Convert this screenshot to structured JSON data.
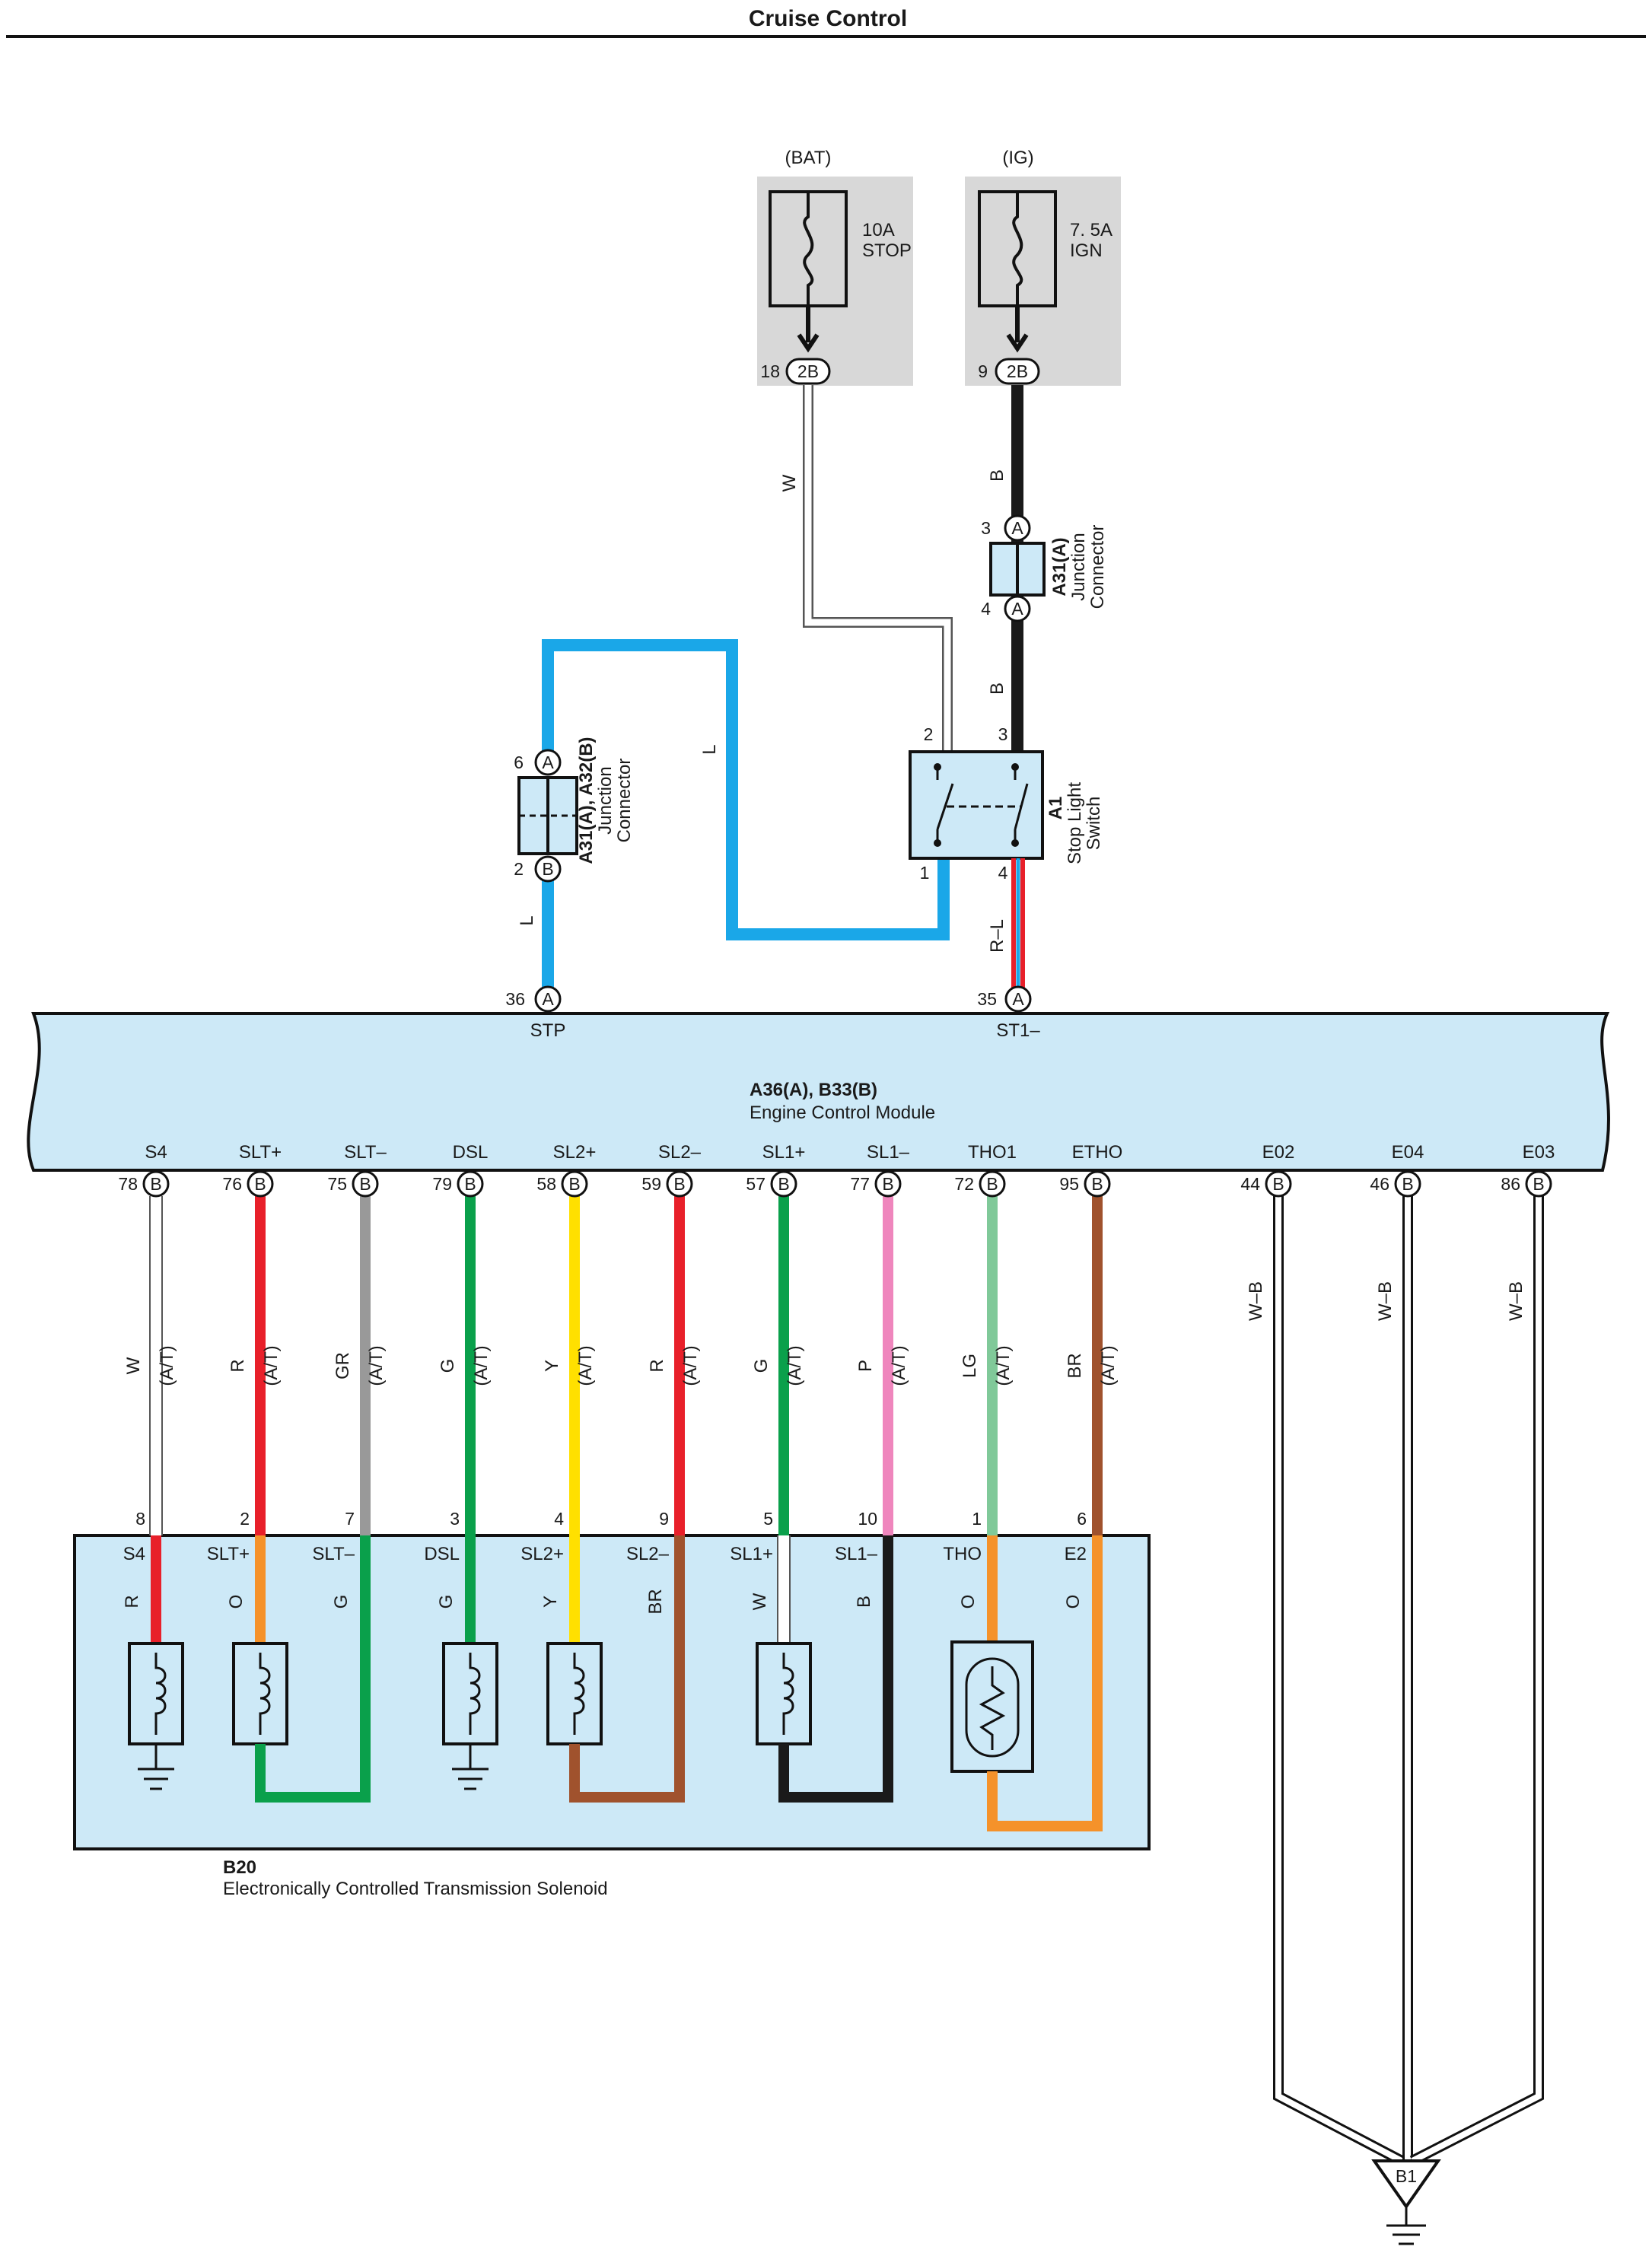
{
  "header": {
    "title": "Cruise Control"
  },
  "colors": {
    "W": "#ffffff",
    "B": "#1a1a1a",
    "L": "#1aa7e8",
    "R": "#e8202a",
    "O": "#f5922a",
    "GR": "#999999",
    "G": "#0aa04b",
    "Y": "#ffe000",
    "P": "#ef86bd",
    "LG": "#80c999",
    "BR": "#a0522d",
    "box_fill": "#cde9f7",
    "fuse_fill": "#d8d8d8"
  },
  "fuses": [
    {
      "source": "(BAT)",
      "rating": "10A",
      "name": "STOP",
      "pin": "18",
      "conn": "2B"
    },
    {
      "source": "(IG)",
      "rating": "7. 5A",
      "name": "IGN",
      "pin": "9",
      "conn": "2B"
    }
  ],
  "junction_a31": {
    "code": "A31(A)",
    "desc1": "Junction",
    "desc2": "Connector",
    "pin_top": "3",
    "conn_top": "A",
    "pin_bot": "4",
    "conn_bot": "A"
  },
  "junction_a31_a32": {
    "code": "A31(A), A32(B)",
    "desc1": "Junction",
    "desc2": "Connector",
    "pin_top": "6",
    "conn_top": "A",
    "pin_bot": "2",
    "conn_bot": "B"
  },
  "stop_switch": {
    "code": "A1",
    "desc1": "Stop Light",
    "desc2": "Switch",
    "pins": [
      "2",
      "3",
      "1",
      "4"
    ]
  },
  "wire_labels": {
    "bat_wire": "W",
    "ig_wire_1": "B",
    "ig_wire_2": "B",
    "loop_wire": "L",
    "stp_wire": "L",
    "st1_wire": "R–L"
  },
  "ecm": {
    "code": "A36(A), B33(B)",
    "name": "Engine Control Module",
    "top_pins": [
      {
        "pin": "36",
        "conn": "A",
        "term": "STP"
      },
      {
        "pin": "35",
        "conn": "A",
        "term": "ST1–"
      }
    ],
    "bottom_pins": [
      {
        "term": "S4",
        "pin": "78",
        "conn": "B",
        "color": "W",
        "note": "(A/T)",
        "sol_pin": "8",
        "sol_term": "S4",
        "inner": "R"
      },
      {
        "term": "SLT+",
        "pin": "76",
        "conn": "B",
        "color": "R",
        "note": "(A/T)",
        "sol_pin": "2",
        "sol_term": "SLT+",
        "inner": "O"
      },
      {
        "term": "SLT–",
        "pin": "75",
        "conn": "B",
        "color": "GR",
        "note": "(A/T)",
        "sol_pin": "7",
        "sol_term": "SLT–",
        "inner": "G"
      },
      {
        "term": "DSL",
        "pin": "79",
        "conn": "B",
        "color": "G",
        "note": "(A/T)",
        "sol_pin": "3",
        "sol_term": "DSL",
        "inner": "G"
      },
      {
        "term": "SL2+",
        "pin": "58",
        "conn": "B",
        "color": "Y",
        "note": "(A/T)",
        "sol_pin": "4",
        "sol_term": "SL2+",
        "inner": "Y"
      },
      {
        "term": "SL2–",
        "pin": "59",
        "conn": "B",
        "color": "R",
        "note": "(A/T)",
        "sol_pin": "9",
        "sol_term": "SL2–",
        "inner": "BR"
      },
      {
        "term": "SL1+",
        "pin": "57",
        "conn": "B",
        "color": "G",
        "note": "(A/T)",
        "sol_pin": "5",
        "sol_term": "SL1+",
        "inner": "W"
      },
      {
        "term": "SL1–",
        "pin": "77",
        "conn": "B",
        "color": "P",
        "note": "(A/T)",
        "sol_pin": "10",
        "sol_term": "SL1–",
        "inner": "B"
      },
      {
        "term": "THO1",
        "pin": "72",
        "conn": "B",
        "color": "LG",
        "note": "(A/T)",
        "sol_pin": "1",
        "sol_term": "THO",
        "inner": "O"
      },
      {
        "term": "ETHO",
        "pin": "95",
        "conn": "B",
        "color": "BR",
        "note": "(A/T)",
        "sol_pin": "6",
        "sol_term": "E2",
        "inner": "O"
      }
    ],
    "ground_pins": [
      {
        "term": "E02",
        "pin": "44",
        "conn": "B",
        "color": "W–B"
      },
      {
        "term": "E04",
        "pin": "46",
        "conn": "B",
        "color": "W–B"
      },
      {
        "term": "E03",
        "pin": "86",
        "conn": "B",
        "color": "W–B"
      }
    ]
  },
  "solenoid": {
    "code": "B20",
    "name": "Electronically Controlled Transmission Solenoid"
  },
  "ground": {
    "label": "B1"
  }
}
